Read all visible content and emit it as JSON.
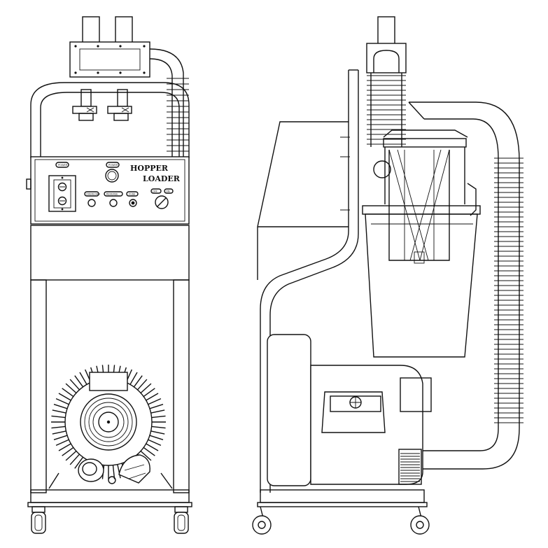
{
  "panel": {
    "title_line1": "HOPPER",
    "title_line2": "LOADER",
    "small_labels": {
      "power": "POWER",
      "power_lamp": "POWER",
      "lamp_a": "OVERLOAD",
      "lamp_b": "REVERSE",
      "lamp_c": "FUSE",
      "key1": "OFF",
      "key2": "ON"
    }
  },
  "views": [
    "front-view",
    "side-view"
  ]
}
